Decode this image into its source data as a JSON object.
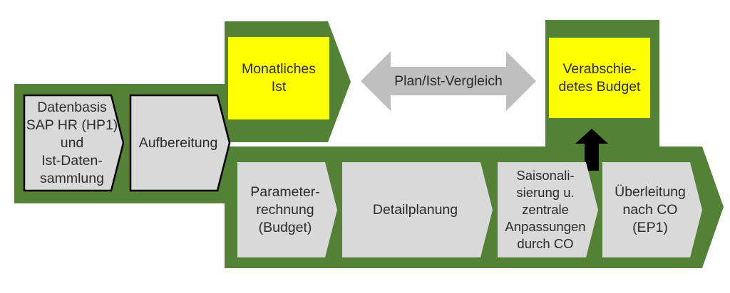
{
  "colors": {
    "green": "#538135",
    "yellow": "#ffff00",
    "gray_box": "#d9d9d9",
    "gray_arrow": "#bfbfbf",
    "text": "#2b2b2b",
    "outline": "#000000"
  },
  "boxes": {
    "datenbasis": "Datenbasis\nSAP HR (HP1)\nund\nIst-Daten-\nsammlung",
    "aufbereitung": "Aufbereitung",
    "monatliches_ist": "Monatliches\nIst",
    "plan_ist_vergleich": "Plan/Ist-Vergleich",
    "verabschiedetes_budget": "Verabschie-\ndetes Budget",
    "parameterrechnung": "Parameter-\nrechnung\n(Budget)",
    "detailplanung": "Detailplanung",
    "saisonalisierung": "Saisonali-\nsierung u.\nzentrale\nAnpassungen\ndurch CO",
    "ueberleitung": "Überleitung\nnach CO\n(EP1)"
  }
}
